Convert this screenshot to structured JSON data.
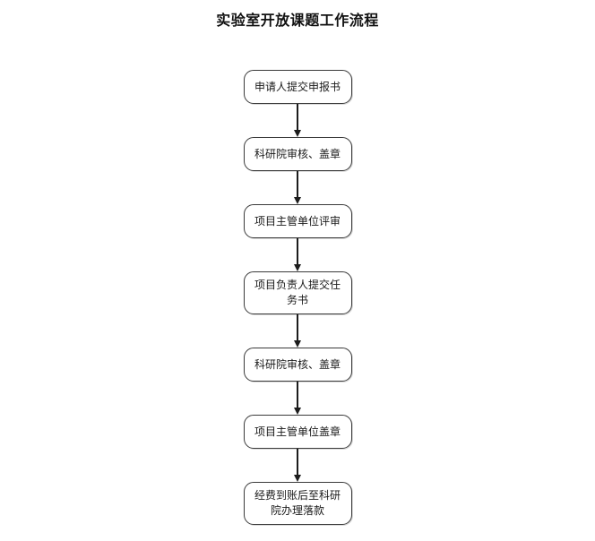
{
  "page": {
    "title": "实验室开放课题工作流程",
    "background_color": "#ffffff",
    "text_color": "#1a1a1a",
    "node_border_color": "#3a3a3a",
    "connector_color": "#1c1c1c"
  },
  "chart_data": {
    "type": "diagram",
    "diagram_kind": "flowchart",
    "orientation": "top-to-bottom",
    "title": "实验室开放课题工作流程",
    "node_shape": "rounded-rectangle",
    "connector_style": "straight-line-with-solid-arrowhead",
    "nodes": [
      {
        "id": "step-1",
        "label": "申请人提交申报书",
        "lines": 1
      },
      {
        "id": "step-2",
        "label": "科研院审核、盖章",
        "lines": 1
      },
      {
        "id": "step-3",
        "label": "项目主管单位评审",
        "lines": 1
      },
      {
        "id": "step-4",
        "label": "项目负责人提交任务书",
        "lines": 2
      },
      {
        "id": "step-5",
        "label": "科研院审核、盖章",
        "lines": 1
      },
      {
        "id": "step-6",
        "label": "项目主管单位盖章",
        "lines": 1
      },
      {
        "id": "step-7",
        "label": "经费到账后至科研院办理落款",
        "lines": 2
      }
    ],
    "edges": [
      {
        "from": "step-1",
        "to": "step-2",
        "label": ""
      },
      {
        "from": "step-2",
        "to": "step-3",
        "label": ""
      },
      {
        "from": "step-3",
        "to": "step-4",
        "label": ""
      },
      {
        "from": "step-4",
        "to": "step-5",
        "label": ""
      },
      {
        "from": "step-5",
        "to": "step-6",
        "label": ""
      },
      {
        "from": "step-6",
        "to": "step-7",
        "label": ""
      }
    ]
  }
}
